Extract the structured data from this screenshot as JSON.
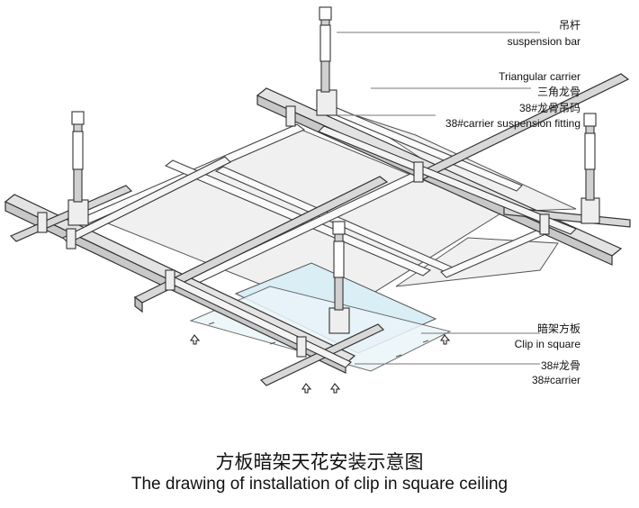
{
  "labels": {
    "suspension_bar_zh": "吊杆",
    "suspension_bar_en": "suspension bar",
    "triangular_carrier_en": "Triangular carrier",
    "triangular_carrier_zh": "三角龙骨",
    "fitting_zh": "38#龙骨吊码",
    "fitting_en": "38#carrier suspension fitting",
    "clip_square_zh": "暗架方板",
    "clip_square_en": "Clip in square",
    "carrier38_zh": "38#龙骨",
    "carrier38_en": "38#carrier"
  },
  "caption": {
    "zh": "方板暗架天花安装示意图",
    "en": "The drawing of installation of clip in square ceiling"
  },
  "colors": {
    "line": "#333333",
    "metal": "#e6e6e6",
    "metal_dark": "#bdbdbd",
    "panel": "#f0f0f0",
    "panel_highlight": "#dff0f4",
    "leader": "#777777"
  }
}
